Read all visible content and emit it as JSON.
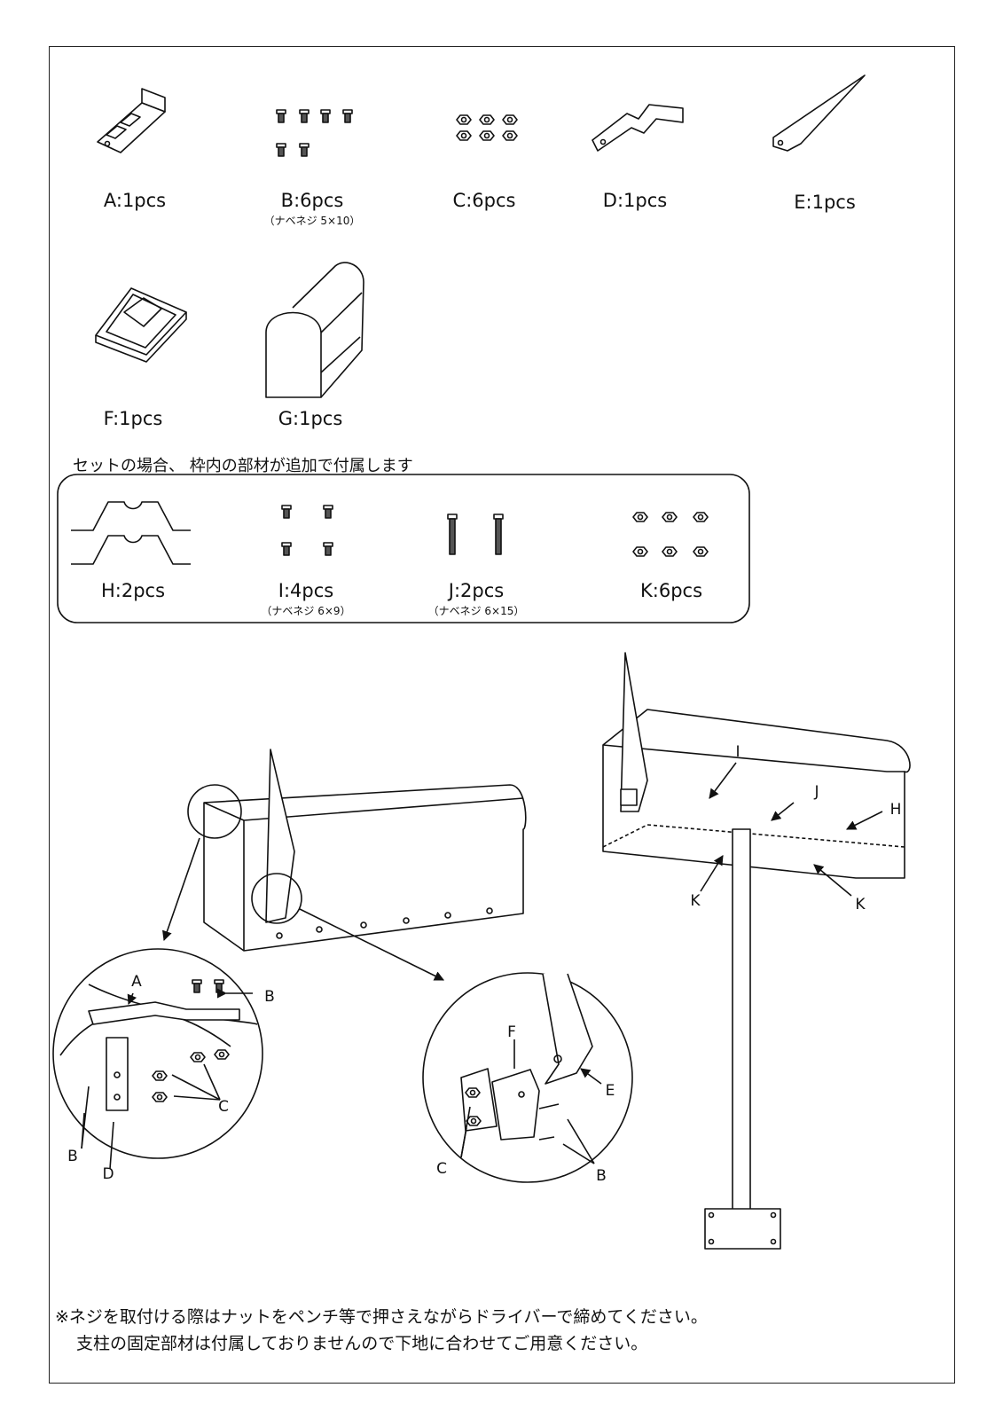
{
  "parts": [
    {
      "id": "A",
      "label": "A:1pcs",
      "note": ""
    },
    {
      "id": "B",
      "label": "B:6pcs",
      "note": "（ナベネジ 5×10）"
    },
    {
      "id": "C",
      "label": "C:6pcs",
      "note": ""
    },
    {
      "id": "D",
      "label": "D:1pcs",
      "note": ""
    },
    {
      "id": "E",
      "label": "E:1pcs",
      "note": ""
    },
    {
      "id": "F",
      "label": "F:1pcs",
      "note": ""
    },
    {
      "id": "G",
      "label": "G:1pcs",
      "note": ""
    }
  ],
  "set_note": "セットの場合、 枠内の部材が追加で付属します",
  "set_parts": [
    {
      "id": "H",
      "label": "H:2pcs",
      "note": ""
    },
    {
      "id": "I",
      "label": "I:4pcs",
      "note": "（ナベネジ 6×9）"
    },
    {
      "id": "J",
      "label": "J:2pcs",
      "note": "（ナベネジ 6×15）"
    },
    {
      "id": "K",
      "label": "K:6pcs",
      "note": ""
    }
  ],
  "callouts": {
    "A": "A",
    "B": "B",
    "C": "C",
    "D": "D",
    "E": "E",
    "F": "F",
    "H": "H",
    "I": "I",
    "J": "J",
    "K": "K"
  },
  "notes": [
    "※ネジを取付ける際はナットをペンチ等で押さえながらドライバーで締めてください。",
    "支柱の固定部材は付属しておりませんので下地に合わせてご用意ください。"
  ]
}
